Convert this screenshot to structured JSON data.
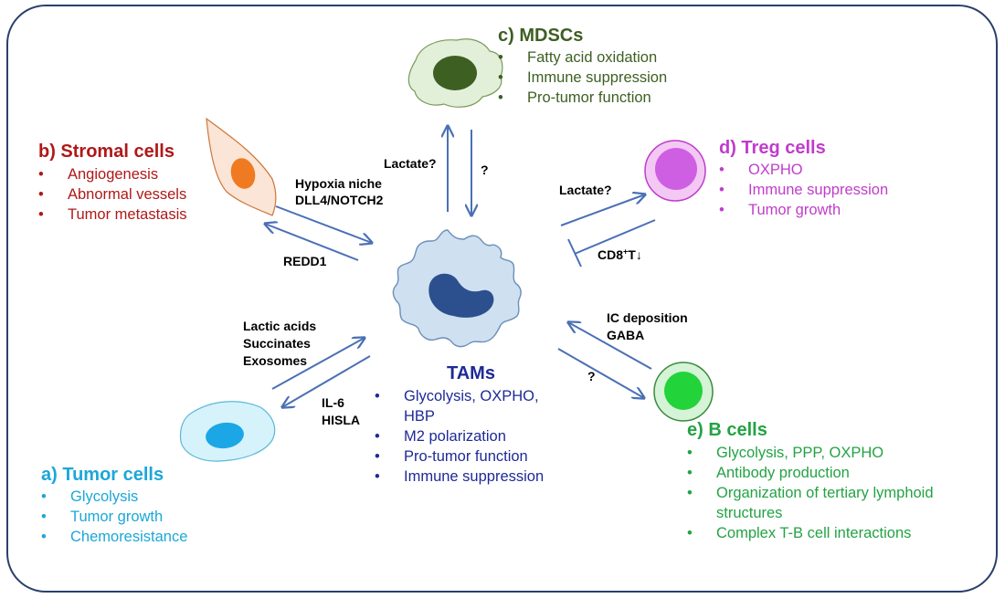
{
  "diagram": {
    "center": {
      "title": "TAMs",
      "bullets": [
        "Glycolysis, OXPHO,",
        "HBP",
        "M2 polarization",
        "Pro-tumor function",
        "Immune suppression"
      ]
    },
    "mdscs": {
      "title": "c) MDSCs",
      "bullets": [
        "Fatty acid oxidation",
        "Immune suppression",
        "Pro-tumor function"
      ]
    },
    "stromal": {
      "title": "b) Stromal cells",
      "bullets": [
        "Angiogenesis",
        "Abnormal vessels",
        "Tumor metastasis"
      ]
    },
    "treg": {
      "title": "d) Treg cells",
      "bullets": [
        "OXPHO",
        "Immune suppression",
        "Tumor growth"
      ]
    },
    "bcells": {
      "title": "e) B cells",
      "bullets": [
        "Glycolysis, PPP, OXPHO",
        "Antibody production",
        "Organization of tertiary lymphoid",
        "structures",
        "Complex T-B cell interactions"
      ]
    },
    "tumor": {
      "title": "a) Tumor cells",
      "bullets": [
        "Glycolysis",
        "Tumor growth",
        "Chemoresistance"
      ]
    },
    "labels": {
      "lactate_mdsc": "Lactate?",
      "question_mdsc": "?",
      "hypoxia": "Hypoxia niche",
      "dll4": "DLL4/NOTCH2",
      "redd1": "REDD1",
      "lactate_treg": "Lactate?",
      "cd8_main": "CD8",
      "cd8_sup": "+",
      "cd8_tail": "T↓",
      "lactic": "Lactic acids",
      "succinates": "Succinates",
      "exosomes": "Exosomes",
      "il6": "IL-6",
      "hisla": "HISLA",
      "ic": "IC deposition",
      "gaba": "GABA",
      "question_b": "?"
    },
    "colors": {
      "arrow": "#4a70b5",
      "border": "#2b3f6b",
      "tam_nucleus": "#2c4f8e",
      "tam_body": "#cfe0f0",
      "mdsc_body": "#e2efd9",
      "mdsc_nucleus": "#3d5f22",
      "stromal_body": "#fbe5d6",
      "stromal_nucleus": "#f07a21",
      "treg_body": "#f3c8f4",
      "treg_nucleus": "#cf5fe2",
      "bcell_body": "#d5f3d6",
      "bcell_nucleus": "#22d33a",
      "tumor_body": "#d6f2fa",
      "tumor_nucleus": "#1ba7e6"
    }
  }
}
